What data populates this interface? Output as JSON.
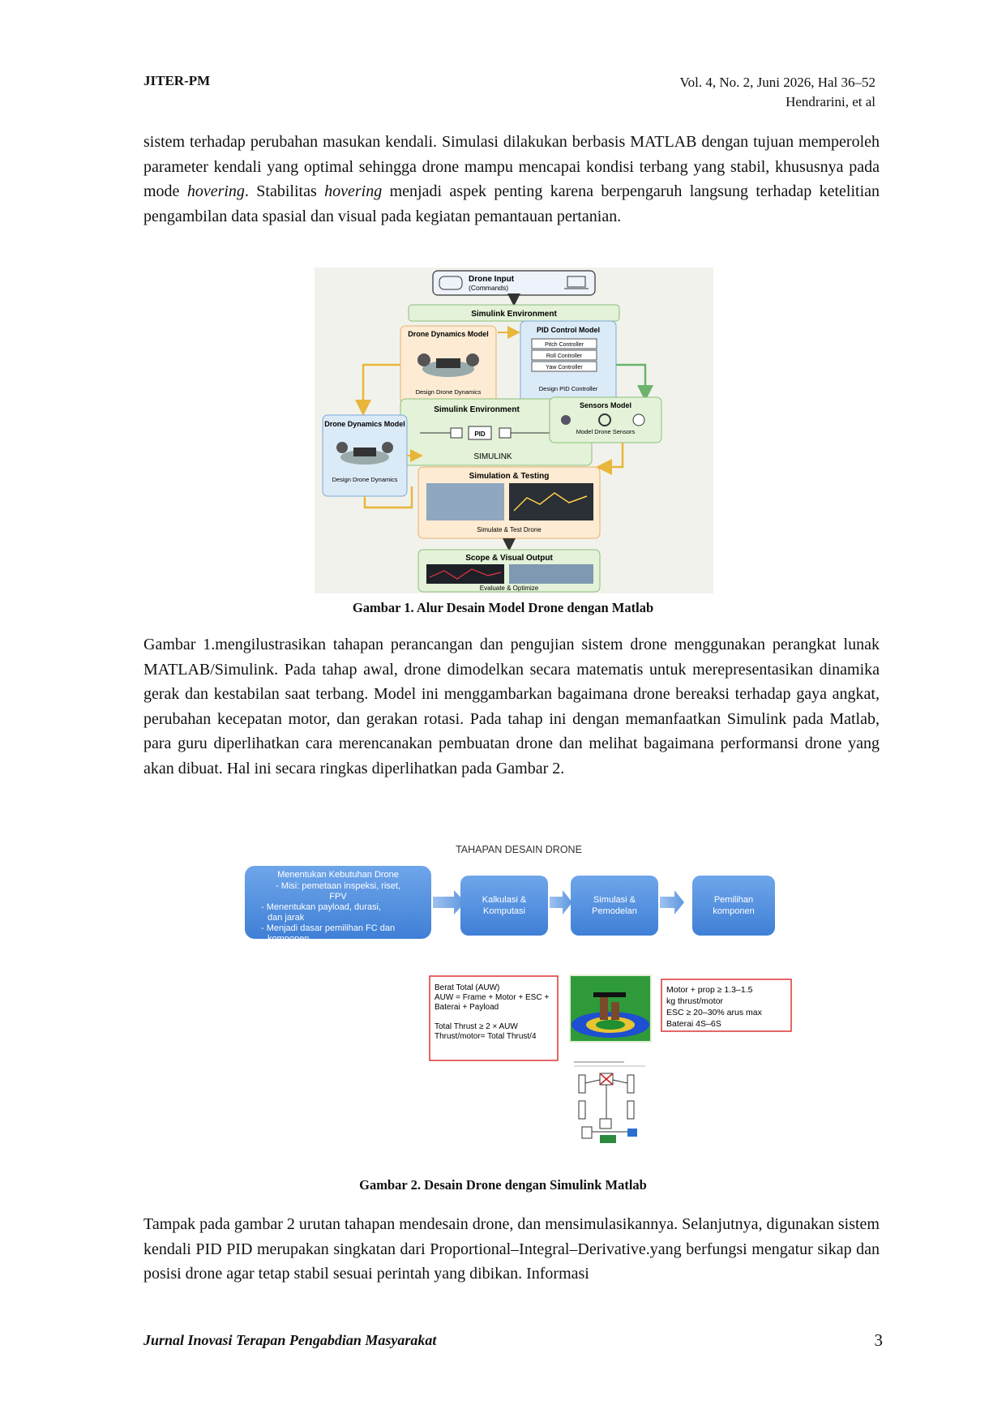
{
  "header": {
    "journal": "JITER-PM",
    "issue": "Vol. 4, No. 2, Juni 2026, Hal 36–52",
    "authors": "Hendrarini, et al"
  },
  "paragraph1": {
    "text1": "sistem terhadap perubahan masukan kendali. Simulasi dilakukan berbasis MATLAB dengan tujuan memperoleh parameter kendali yang optimal sehingga drone mampu mencapai kondisi terbang yang stabil, khususnya pada mode ",
    "em1": "hovering",
    "text2": ". Stabilitas ",
    "em2": "hovering",
    "text3": " menjadi aspek penting karena berpengaruh langsung terhadap ketelitian pengambilan data spasial dan visual pada kegiatan pemantauan pertanian."
  },
  "figure1": {
    "caption": "Gambar 1. Alur Desain Model Drone dengan Matlab",
    "drone_input": "Drone Input",
    "drone_input_sub": "(Commands)",
    "sim_env_top": "Simulink Environment",
    "dyn_model_title": "Drone Dynamics Model",
    "dyn_model_sub": "Design Drone Dynamics",
    "pid_title": "PID Control Model",
    "pitch": "Pitch Controller",
    "roll": "Roll Controller",
    "yaw": "Yaw Controller",
    "pid_sub": "Design PID Controller",
    "sim_env_mid": "Simulink Environment",
    "pid_block": "PID",
    "simulink_logo": "SIMULINK",
    "sensors_title": "Sensors Model",
    "sensors_sub": "Model Drone Sensors",
    "dyn_left_title": "Drone Dynamics Model",
    "dyn_left_sub": "Design Drone Dynamics",
    "sim_test_title": "Simulation & Testing",
    "sim_test_sub": "Simulate & Test Drone",
    "scope_title": "Scope & Visual Output",
    "scope_sub": "Evaluate & Optimize"
  },
  "paragraph2": "Gambar 1.mengilustrasikan tahapan perancangan dan pengujian sistem drone menggunakan perangkat lunak MATLAB/Simulink. Pada tahap awal, drone dimodelkan secara matematis untuk merepresentasikan dinamika gerak dan kestabilan saat terbang. Model ini menggambarkan bagaimana drone bereaksi terhadap gaya angkat, perubahan kecepatan motor, dan gerakan rotasi. Pada tahap ini dengan memanfaatkan Simulink pada Matlab, para guru diperlihatkan cara merencanakan pembuatan drone dan melihat bagaimana performansi drone yang akan dibuat. Hal ini secara ringkas diperlihatkan pada Gambar 2.",
  "figure2": {
    "title": "TAHAPAN DESAIN DRONE",
    "box1_lines": [
      "Menentukan Kebutuhan Drone",
      "- Misi: pemetaan inspeksi, riset,",
      "FPV",
      "- Menentukan payload, durasi,",
      "dan jarak",
      "- Menjadi dasar pemilihan FC dan",
      "komponen"
    ],
    "box2_lines": [
      "Kalkulasi &",
      "Komputasi"
    ],
    "box3_lines": [
      "Simulasi &",
      "Pemodelan"
    ],
    "box4_lines": [
      "Pemilihan",
      "komponen"
    ],
    "calc_lines": [
      "Berat Total (AUW)",
      "AUW = Frame + Motor + ESC +",
      "Baterai + Payload",
      "",
      "Total Thrust ≥ 2 × AUW",
      "Thrust/motor= Total Thrust/4"
    ],
    "motor_lines": [
      "Motor + prop ≥ 1.3–1.5",
      "kg thrust/motor",
      "ESC ≥ 20–30% arus max",
      "Baterai 4S–6S"
    ],
    "caption": "Gambar 2. Desain Drone dengan Simulink Matlab"
  },
  "paragraph3": "Tampak pada gambar 2 urutan tahapan mendesain drone, dan mensimulasikannya. Selanjutnya, digunakan sistem kendali PID PID merupakan singkatan dari Proportional–Integral–Derivative.yang berfungsi mengatur sikap dan posisi drone agar tetap stabil sesuai perintah yang dibikan. Informasi",
  "footer": {
    "journal_name": "Jurnal Inovasi Terapan Pengabdian Masyarakat",
    "page_number": "3"
  },
  "colors": {
    "blue_box_top": "#6fa6ea",
    "blue_box_bottom": "#3f7fd6",
    "red_border": "#d33",
    "green_panel": "#e3f2d8",
    "orange_panel": "#fdebd3",
    "fig1_bg": "#f2f2ec"
  }
}
